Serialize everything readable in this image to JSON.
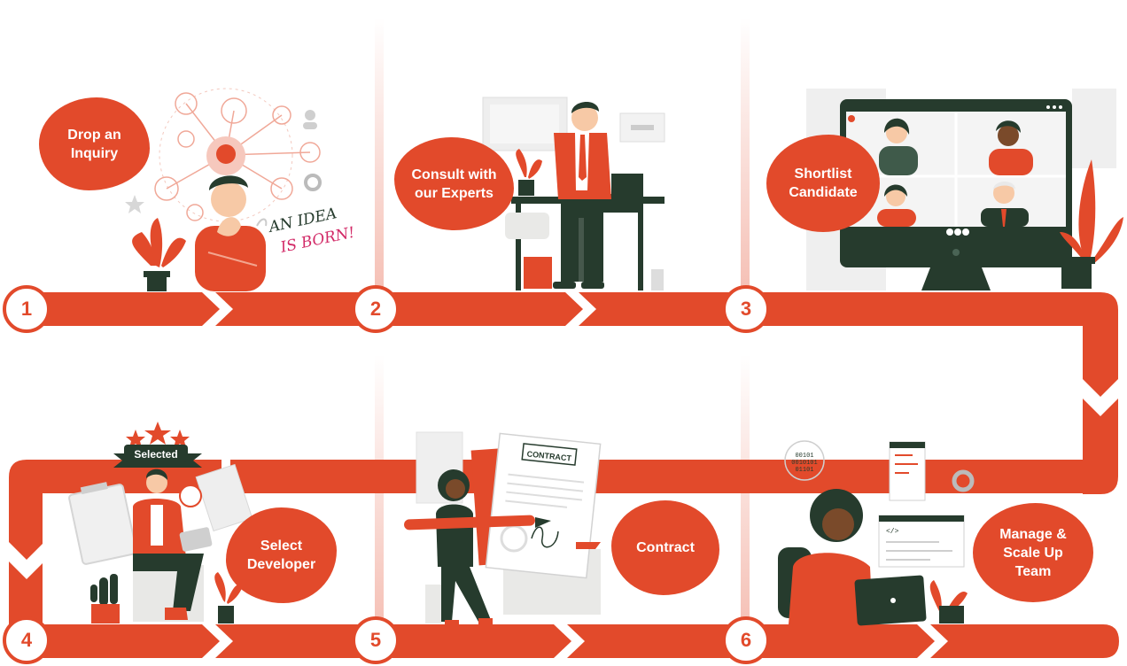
{
  "steps": [
    {
      "number": "1",
      "label": "Drop an\nInquiry"
    },
    {
      "number": "2",
      "label": "Consult with\nour Experts"
    },
    {
      "number": "3",
      "label": "Shortlist\nCandidate"
    },
    {
      "number": "4",
      "label": "Select\nDeveloper"
    },
    {
      "number": "5",
      "label": "Contract"
    },
    {
      "number": "6",
      "label": "Manage &\nScale Up\nTeam"
    }
  ],
  "illustrations": {
    "idea_text_line1": "AN IDEA",
    "idea_text_line2": "IS BORN!",
    "selected_badge": "Selected",
    "contract_title": "CONTRACT",
    "code_text": "00101\n0010101\n01101"
  },
  "colors": {
    "accent": "#e24a2b",
    "dark_green": "#263b2d",
    "light_gray": "#e8e8e6"
  }
}
